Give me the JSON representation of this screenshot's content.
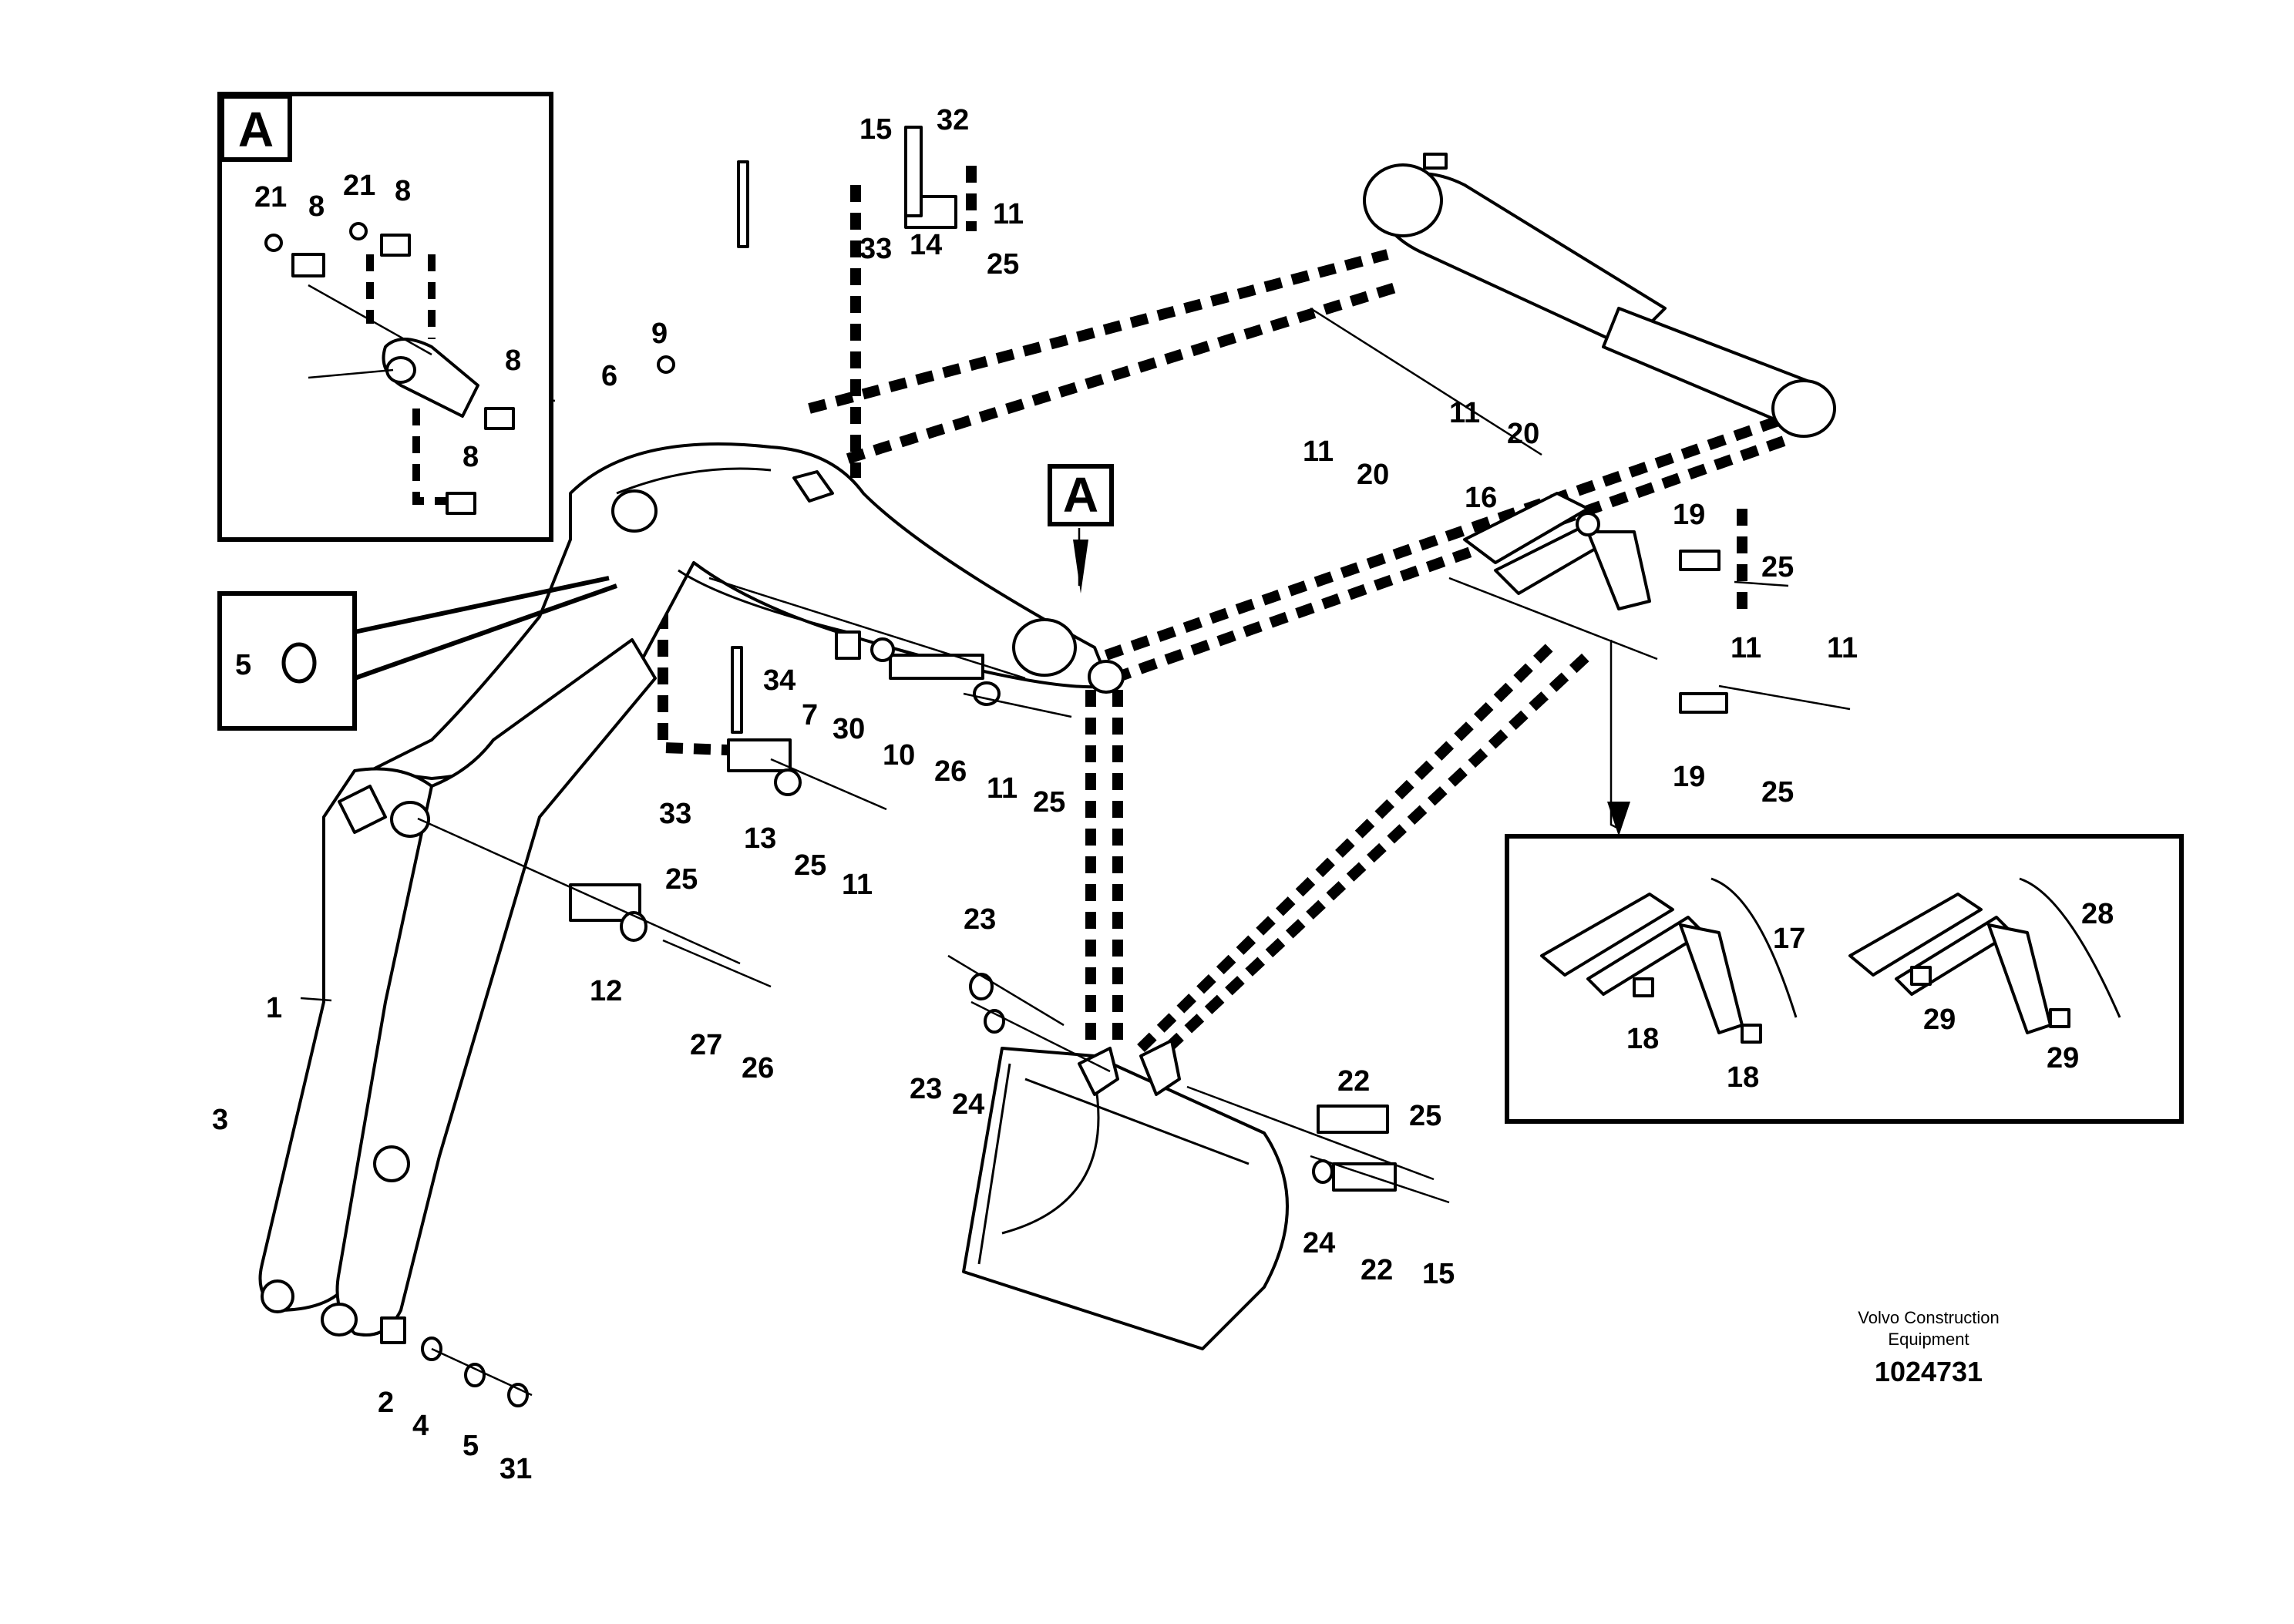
{
  "detail_marker": "A",
  "callouts": {
    "detail_a": [
      {
        "text": "21"
      },
      {
        "text": "8"
      },
      {
        "text": "21"
      },
      {
        "text": "8"
      },
      {
        "text": "8"
      },
      {
        "text": "8"
      }
    ],
    "ring_box": [
      {
        "text": "5"
      }
    ],
    "upper_pin": [
      {
        "text": "15"
      },
      {
        "text": "32"
      },
      {
        "text": "11"
      },
      {
        "text": "33"
      },
      {
        "text": "14"
      },
      {
        "text": "25"
      }
    ],
    "boom": [
      {
        "text": "6"
      },
      {
        "text": "9"
      },
      {
        "text": "7"
      },
      {
        "text": "30"
      },
      {
        "text": "10"
      },
      {
        "text": "26"
      },
      {
        "text": "11"
      },
      {
        "text": "25"
      },
      {
        "text": "34"
      },
      {
        "text": "33"
      },
      {
        "text": "13"
      },
      {
        "text": "25"
      },
      {
        "text": "11"
      }
    ],
    "arm": [
      {
        "text": "1"
      },
      {
        "text": "3"
      },
      {
        "text": "25"
      },
      {
        "text": "12"
      },
      {
        "text": "27"
      },
      {
        "text": "26"
      },
      {
        "text": "2"
      },
      {
        "text": "4"
      },
      {
        "text": "5"
      },
      {
        "text": "31"
      }
    ],
    "links": [
      {
        "text": "11"
      },
      {
        "text": "20"
      },
      {
        "text": "11"
      },
      {
        "text": "20"
      },
      {
        "text": "16"
      },
      {
        "text": "19"
      },
      {
        "text": "25"
      },
      {
        "text": "11"
      },
      {
        "text": "11"
      },
      {
        "text": "19"
      },
      {
        "text": "25"
      }
    ],
    "link_detail": [
      {
        "text": "17"
      },
      {
        "text": "18"
      },
      {
        "text": "18"
      },
      {
        "text": "28"
      },
      {
        "text": "29"
      },
      {
        "text": "29"
      }
    ],
    "bucket": [
      {
        "text": "23"
      },
      {
        "text": "23"
      },
      {
        "text": "24"
      },
      {
        "text": "22"
      },
      {
        "text": "25"
      },
      {
        "text": "24"
      },
      {
        "text": "22"
      },
      {
        "text": "15"
      }
    ]
  },
  "footer": {
    "company_line1": "Volvo Construction",
    "company_line2": "Equipment",
    "drawing_number": "1024731"
  },
  "icons": [
    "detail-a-marker",
    "ring-seal-icon"
  ]
}
